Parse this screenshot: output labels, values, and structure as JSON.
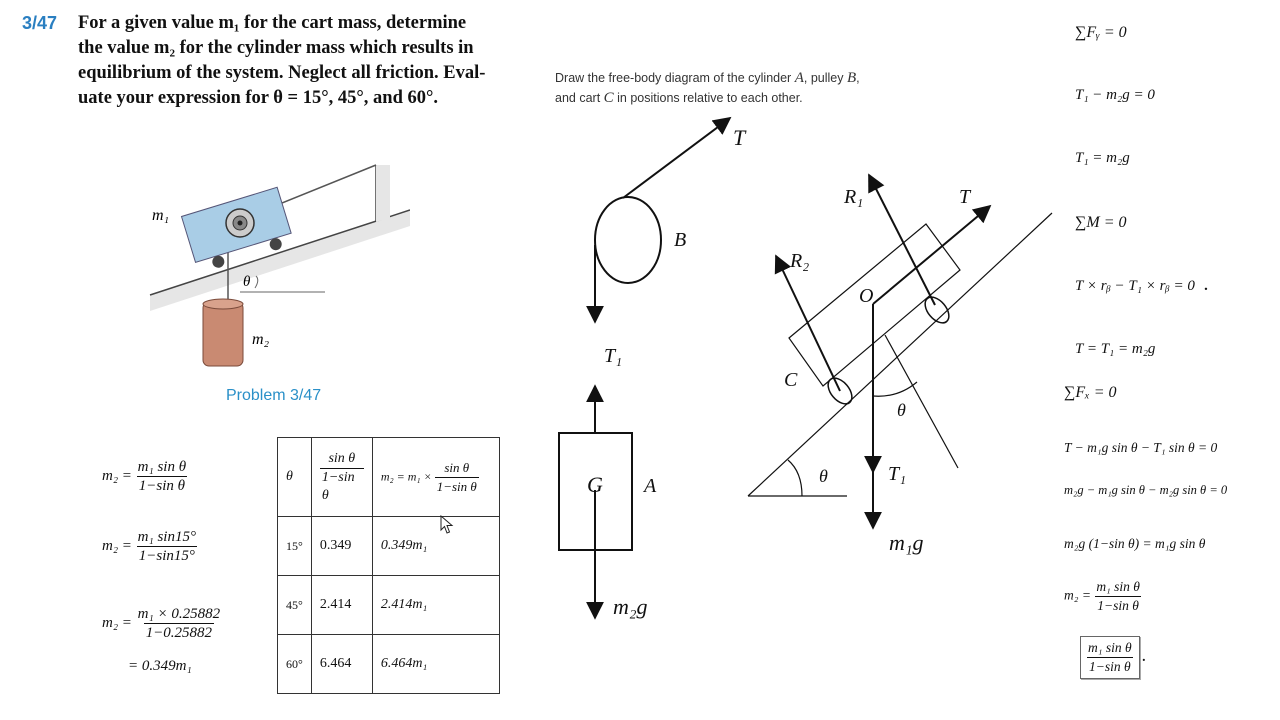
{
  "problem": {
    "number": "3/47",
    "lines": [
      "For a given value m₁ for the cart mass, determine",
      "the value m₂ for the cylinder mass which results in",
      "equilibrium of the system. Neglect all friction. Eval-",
      "uate your expression for θ = 15°, 45°, and 60°."
    ],
    "figure_caption": "Problem 3/47",
    "figure_labels": {
      "m1": "m₁",
      "m2": "m₂",
      "theta": "θ"
    }
  },
  "instruction": {
    "line1_a": "Draw the free-body diagram of the cylinder ",
    "var_a": "A",
    "line1_b": ", pulley ",
    "var_b": "B",
    "line1_c": ",",
    "line2_a": "and cart ",
    "var_c": "C",
    "line2_b": " in positions relative to each other."
  },
  "fbd_labels": {
    "tension_top": "T",
    "pulley": "B",
    "tension_t1": "T₁",
    "g_point": "G",
    "cylinder": "A",
    "cylinder_weight": "m₂g",
    "r1": "R₁",
    "r2": "R₂",
    "cart_tension": "T",
    "origin": "O",
    "cart": "C",
    "theta_cart": "θ",
    "theta_incline": "θ",
    "cart_t1": "T₁",
    "cart_weight": "m₁g"
  },
  "left_equations": {
    "e1_lhs": "m₂ =",
    "e1_num": "m₁ sin θ",
    "e1_den": "1−sin θ",
    "e2_lhs": "m₂ =",
    "e2_num": "m₁ sin15°",
    "e2_den": "1−sin15°",
    "e3_lhs": "m₂ =",
    "e3_num": "m₁ × 0.25882",
    "e3_den": "1−0.25882",
    "e4": "= 0.349m₁"
  },
  "table": {
    "header": {
      "theta": "θ",
      "col2_num": "sin θ",
      "col2_den": "1−sin θ",
      "col3_prefix": "m₂ = m₁ ×",
      "col3_num": "sin θ",
      "col3_den": "1−sin θ"
    },
    "rows": [
      {
        "angle": "15°",
        "ratio": "0.349",
        "m2": "0.349m₁"
      },
      {
        "angle": "45°",
        "ratio": "2.414",
        "m2": "2.414m₁"
      },
      {
        "angle": "60°",
        "ratio": "6.464",
        "m2": "6.464m₁"
      }
    ]
  },
  "right_equations": {
    "r1": "∑Fᵧ = 0",
    "r2": "T₁ − m₂g = 0",
    "r3": "T₁ = m₂g",
    "r4": "∑M = 0",
    "r5": "T × rᵦ − T₁ × rᵦ = 0",
    "r5_dot": ".",
    "r6": "T = T₁ = m₂g",
    "r7": "∑Fₓ = 0",
    "r8": "T − m₁g sin θ − T₁ sin θ = 0",
    "r9": "m₂g − m₁g sin θ − m₂g sin θ = 0",
    "r10": "m₂g (1−sin θ) = m₁g sin θ",
    "r11_lhs": "m₂ =",
    "r11_num": "m₁ sin θ",
    "r11_den": "1−sin θ",
    "r12_num": "m₁ sin θ",
    "r12_den": "1−sin θ",
    "r12_dot": "."
  }
}
